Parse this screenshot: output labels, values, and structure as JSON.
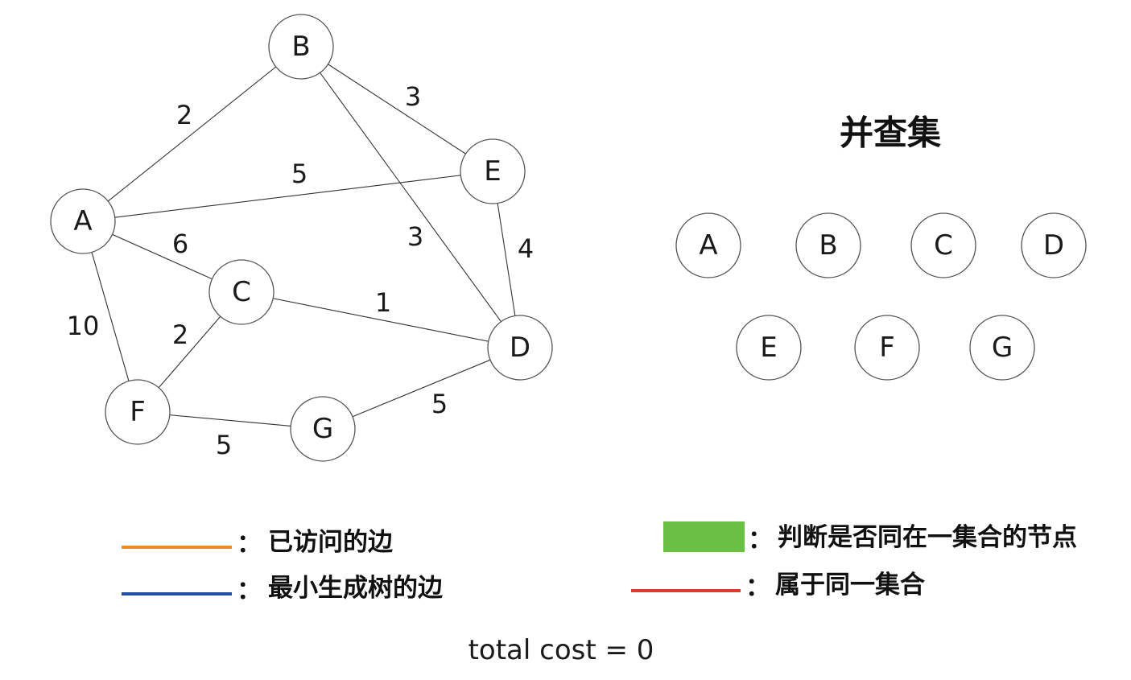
{
  "graph": {
    "nodes": [
      "A",
      "B",
      "C",
      "D",
      "E",
      "F",
      "G"
    ],
    "edges": [
      {
        "from": "A",
        "to": "B",
        "weight": "2"
      },
      {
        "from": "B",
        "to": "E",
        "weight": "3"
      },
      {
        "from": "A",
        "to": "E",
        "weight": "5"
      },
      {
        "from": "B",
        "to": "D",
        "weight": "3"
      },
      {
        "from": "E",
        "to": "D",
        "weight": "4"
      },
      {
        "from": "A",
        "to": "C",
        "weight": "6"
      },
      {
        "from": "C",
        "to": "D",
        "weight": "1"
      },
      {
        "from": "A",
        "to": "F",
        "weight": "10"
      },
      {
        "from": "C",
        "to": "F",
        "weight": "2"
      },
      {
        "from": "F",
        "to": "G",
        "weight": "5"
      },
      {
        "from": "G",
        "to": "D",
        "weight": "5"
      }
    ]
  },
  "union_find": {
    "title": "并查集",
    "row1": [
      "A",
      "B",
      "C",
      "D"
    ],
    "row2": [
      "E",
      "F",
      "G"
    ]
  },
  "legend": {
    "visited_edge": {
      "color": "#ef8b2c",
      "label": "已访问的边"
    },
    "mst_edge": {
      "color": "#1f4e9c",
      "label": "最小生成树的边"
    },
    "checking_nodes": {
      "color": "#6abf45",
      "label": "判断是否同在一集合的节点"
    },
    "same_set": {
      "color": "#d9402b",
      "label": "属于同一集合"
    },
    "separator": "："
  },
  "total_cost": "total cost = 0"
}
